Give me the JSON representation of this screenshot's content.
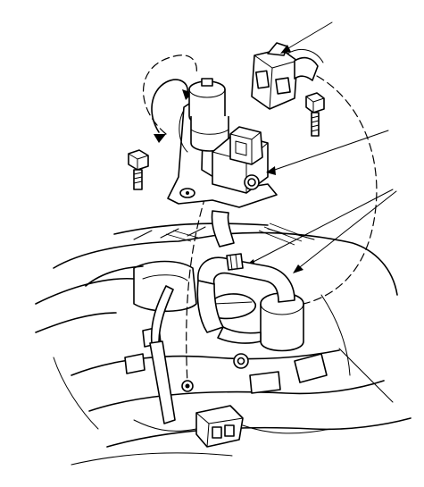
{
  "diagram": {
    "style": "technical line illustration",
    "line_color": "#000000",
    "background_color": "#ffffff",
    "parts": [
      {
        "id": "connector",
        "icon": "connector-plug-icon"
      },
      {
        "id": "bolt-right",
        "icon": "bolt-icon"
      },
      {
        "id": "bolt-left",
        "icon": "bolt-icon"
      },
      {
        "id": "solenoid-valve-bracket",
        "icon": "solenoid-valve-icon"
      },
      {
        "id": "vacuum-hoses",
        "icon": "hose-icon"
      },
      {
        "id": "engine-assembly",
        "icon": "engine-icon"
      }
    ],
    "callouts": [
      {
        "id": "callout-connector",
        "target": "connector"
      },
      {
        "id": "callout-bracket",
        "target": "solenoid-valve-bracket"
      },
      {
        "id": "callout-hose-left",
        "target": "vacuum-hoses"
      },
      {
        "id": "callout-hose-right",
        "target": "vacuum-hoses"
      }
    ]
  }
}
